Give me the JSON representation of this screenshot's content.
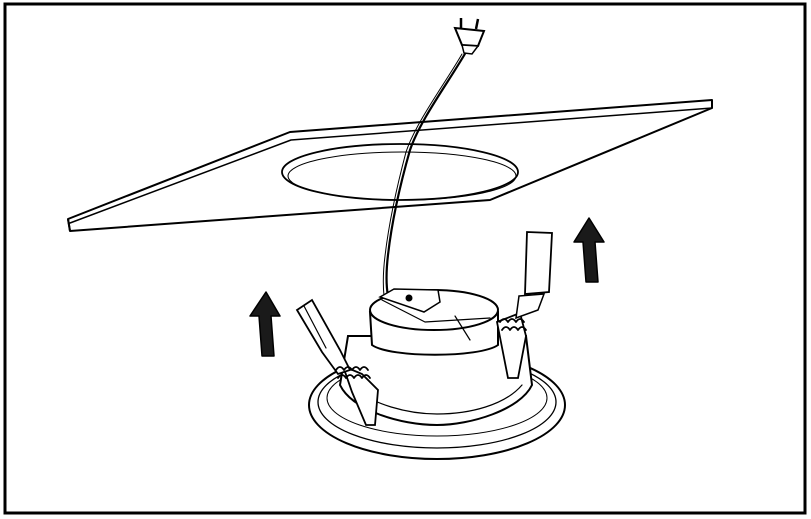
{
  "figure": {
    "background": "#ffffff",
    "line_color": "#000000",
    "arrow_fill": "#1a1a1a",
    "parts": [
      "plug-icon",
      "power-cable",
      "ceiling-panel",
      "ceiling-cutout",
      "downlight-body",
      "downlight-trim-ring",
      "spring-clip-left",
      "spring-clip-right",
      "up-arrow-left",
      "up-arrow-right"
    ]
  }
}
